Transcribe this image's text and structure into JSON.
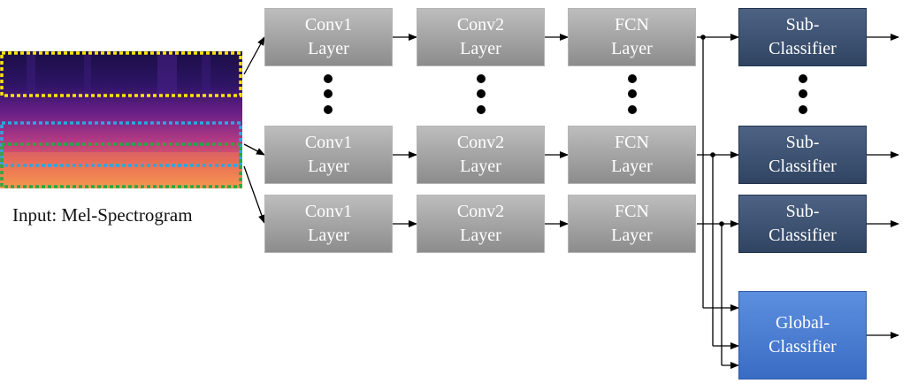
{
  "input": {
    "label": "Input: Mel-Spectrogram"
  },
  "layers": {
    "conv1": "Conv1\nLayer",
    "conv2": "Conv2\nLayer",
    "fcn": "FCN\nLayer"
  },
  "classifiers": {
    "sub": "Sub-\nClassifier",
    "global": "Global-\nClassifier"
  },
  "colors": {
    "layer_fill": "#a6a6a6",
    "sub_classifier_fill": "#3e5273",
    "global_classifier_fill": "#4a7fd6",
    "band_top": "#ffe600",
    "band_middle": "#2aa8e0",
    "band_bottom": "#27a844"
  }
}
